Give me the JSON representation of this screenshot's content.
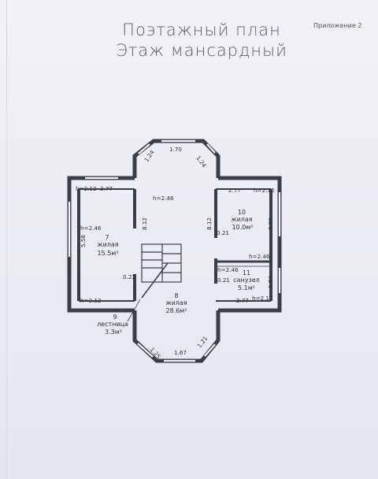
{
  "appendix": "Приложение 2",
  "title_line1": "Поэтажный план",
  "title_line2": "Этаж мансардный",
  "dims": {
    "bay_top_left": "1.24",
    "bay_top_mid": "1.70",
    "bay_top_right": "1.24",
    "bay_bottom_left": "1.25",
    "bay_bottom_mid": "1.67",
    "bay_bottom_right": "1.21",
    "hall_h": "h=2.46",
    "hall_812_left": "8.12",
    "hall_812_right": "8.12",
    "r7_h_top": "h=2.12",
    "r7_w_top": "2.77",
    "r7_h_mid": "h=2.46",
    "r7_558": "5.58",
    "r7_h_bot": "h=2.12",
    "r7_022": "0.22",
    "r10_w": "2.77",
    "r10_h": "h=2.12",
    "r10_360": "3.60",
    "r10_021": "0.21",
    "r10_h246": "h=2.46",
    "r11_h246": "h=2.46",
    "r11_021": "0.21",
    "r11_184": "1.84",
    "r11_w": "2.77",
    "r11_h212": "h=2.12"
  },
  "rooms": {
    "r7_num": "7",
    "r7_name": "жилая",
    "r7_area": "15.5м²",
    "r8_num": "8",
    "r8_name": "жилая",
    "r8_area": "28.6м²",
    "r9_num": "9",
    "r9_name": "лестница",
    "r9_area": "3.3м²",
    "r10_num": "10",
    "r10_name": "жилая",
    "r10_area": "10.0м²",
    "r11_num": "11",
    "r11_name": "санузел",
    "r11_area": "5.1м²"
  }
}
